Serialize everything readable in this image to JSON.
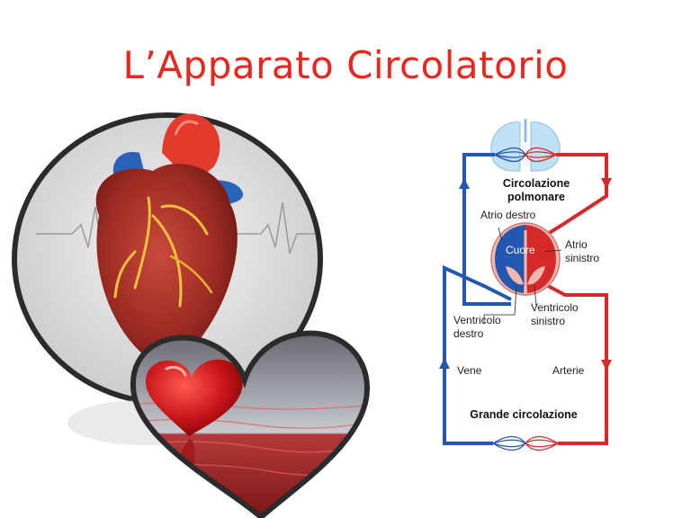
{
  "slide": {
    "title": "L’Apparato Circolatorio"
  },
  "images": {
    "anatomical_heart": "anatomical-heart-photo",
    "red_heart": "red-heart-on-water-photo"
  },
  "diagram": {
    "pulmonary_circulation": [
      "Circolazione",
      "polmonare"
    ],
    "right_atrium": "Atrio destro",
    "heart": "Cuore",
    "left_atrium": [
      "Atrio",
      "sinistro"
    ],
    "right_ventricle": [
      "Ventricolo",
      "destro"
    ],
    "left_ventricle": [
      "Ventricolo",
      "sinistro"
    ],
    "veins": "Vene",
    "arteries": "Arterie",
    "systemic_circulation": "Grande circolazione"
  },
  "colors": {
    "title": "#e8281e",
    "oxygenated": "#d42a2a",
    "deoxygenated": "#2457b0"
  }
}
